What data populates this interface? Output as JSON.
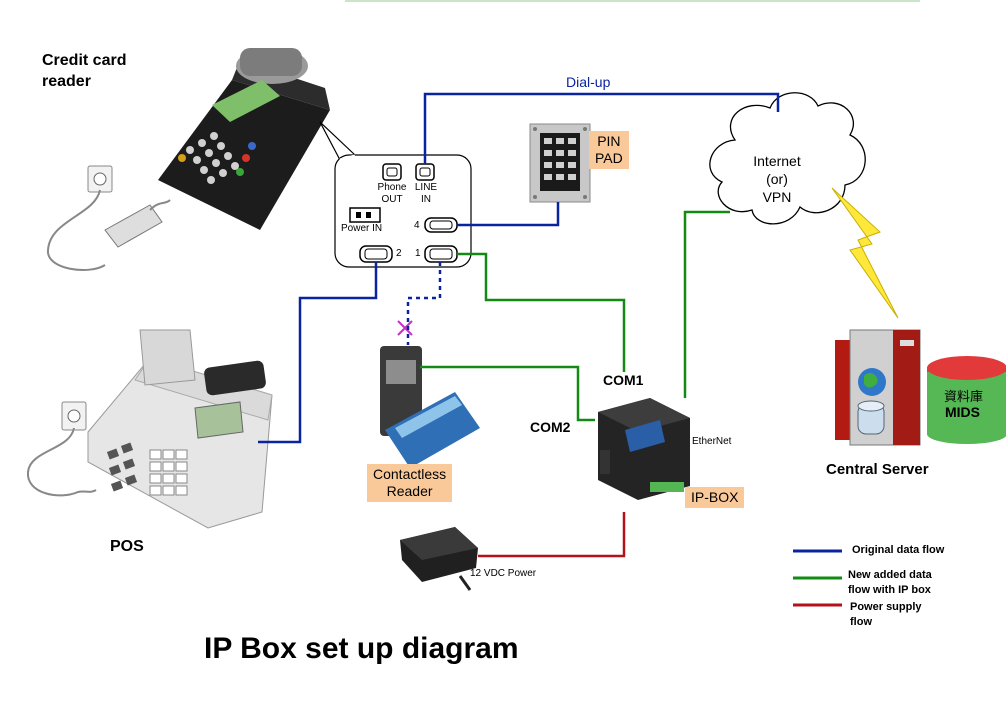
{
  "devices": {
    "credit_card_reader": "Credit card\nreader",
    "pos": "POS",
    "pin_pad": "PIN\nPAD",
    "contactless_reader": "Contactless\nReader",
    "ip_box": "IP-BOX",
    "central_server": "Central Server",
    "cloud": "Internet\n(or)\nVPN",
    "db_label_cn": "資料庫",
    "db_label": "MIDS",
    "power_adapter": "12 VDC Power"
  },
  "ports": {
    "phone_out": "Phone\nOUT",
    "line_in": "LINE\nIN",
    "power_in": "Power IN",
    "port_4": "4",
    "port_2": "2",
    "port_1": "1",
    "com1": "COM1",
    "com2": "COM2",
    "ethernet": "EtherNet"
  },
  "links": {
    "dialup": "Dial-up"
  },
  "legend": {
    "original": "Original data flow",
    "new_flow": "New added data\nflow with IP box",
    "power": "Power supply\nflow"
  },
  "colors": {
    "original": "#0a24a0",
    "new_flow": "#138a13",
    "power": "#b3121b",
    "label_bg": "#f9c99a"
  },
  "title": "IP Box set up diagram"
}
